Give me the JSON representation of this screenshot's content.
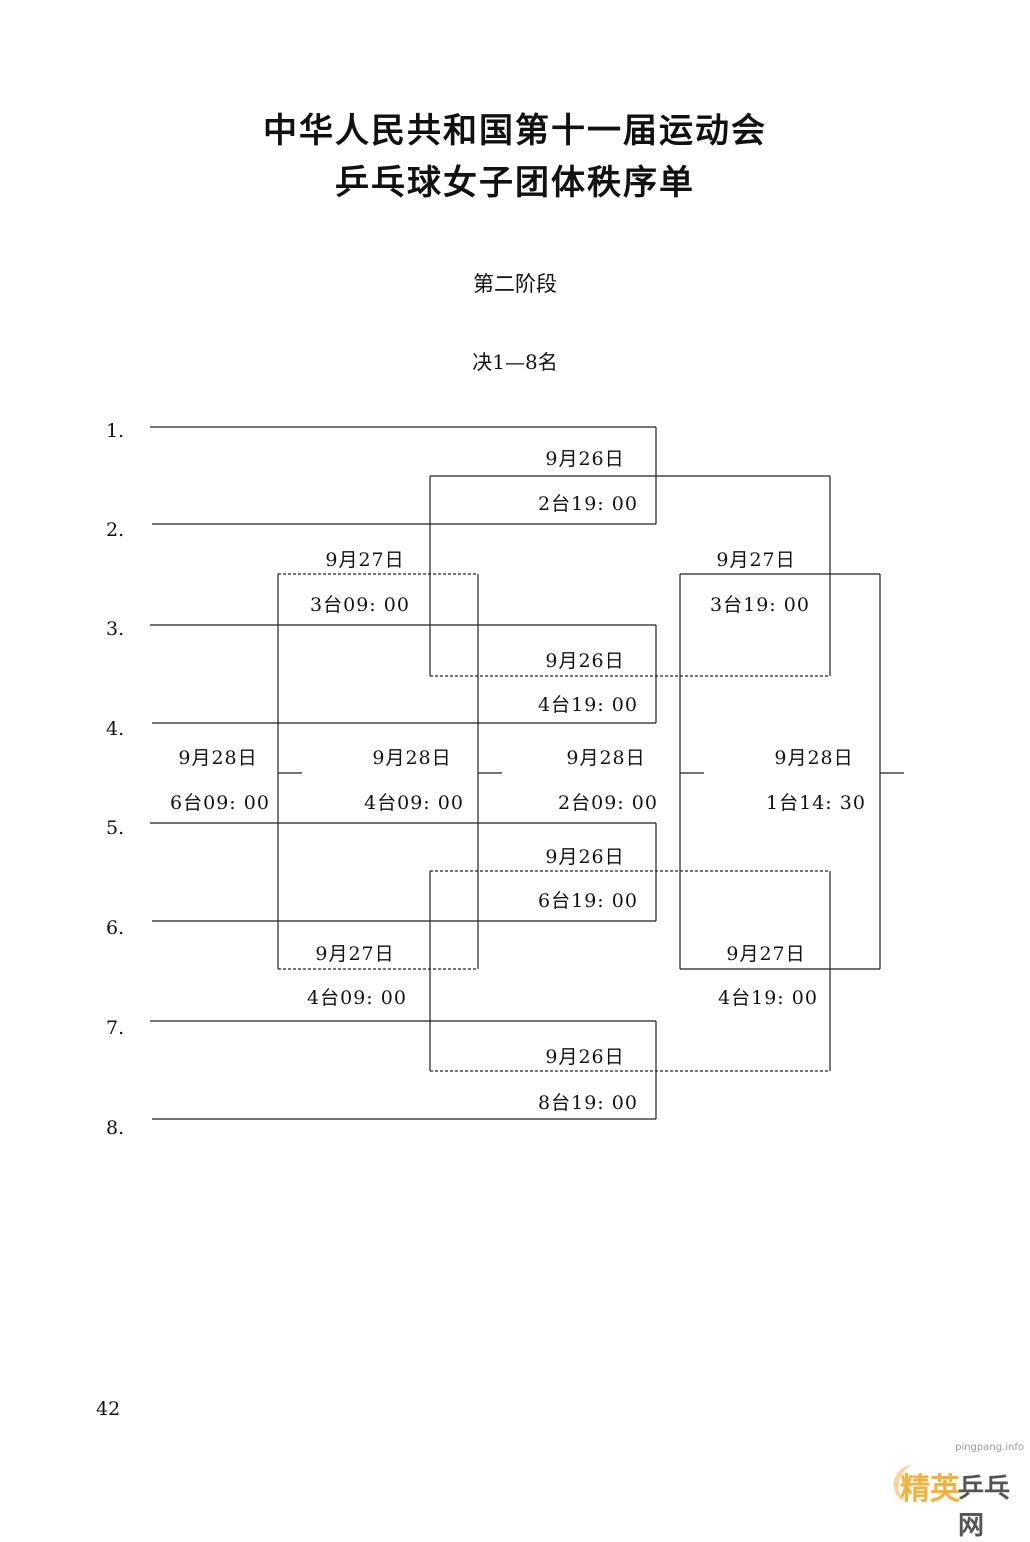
{
  "header": {
    "title_line1": "中华人民共和国第十一届运动会",
    "title_line2": "乒乓球女子团体秩序单",
    "stage": "第二阶段",
    "range": "决1—8名"
  },
  "seeds": [
    "1.",
    "2.",
    "3.",
    "4.",
    "5.",
    "6.",
    "7.",
    "8."
  ],
  "matches": [
    {
      "id": "r1-1-2",
      "date": "9月26日",
      "court_time": "2台19: 00"
    },
    {
      "id": "r1-3-4",
      "date": "9月26日",
      "court_time": "4台19: 00"
    },
    {
      "id": "r1-5-6",
      "date": "9月26日",
      "court_time": "6台19: 00"
    },
    {
      "id": "r1-7-8",
      "date": "9月26日",
      "court_time": "8台19: 00"
    },
    {
      "id": "r2-left-top",
      "date": "9月27日",
      "court_time": "3台09: 00"
    },
    {
      "id": "r2-right-top",
      "date": "9月27日",
      "court_time": "3台19: 00"
    },
    {
      "id": "r2-left-bottom",
      "date": "9月27日",
      "court_time": "4台09: 00"
    },
    {
      "id": "r2-right-bottom",
      "date": "9月27日",
      "court_time": "4台19: 00"
    },
    {
      "id": "r3-a",
      "date": "9月28日",
      "court_time": "6台09: 00"
    },
    {
      "id": "r3-b",
      "date": "9月28日",
      "court_time": "4台09: 00"
    },
    {
      "id": "r3-c",
      "date": "9月28日",
      "court_time": "2台09: 00"
    },
    {
      "id": "r3-d",
      "date": "9月28日",
      "court_time": "1台14: 30"
    }
  ],
  "footer": {
    "page_number": "42",
    "watermark_url": "pingpang.info",
    "watermark_part1": "精英",
    "watermark_part2": "乒乓网"
  }
}
